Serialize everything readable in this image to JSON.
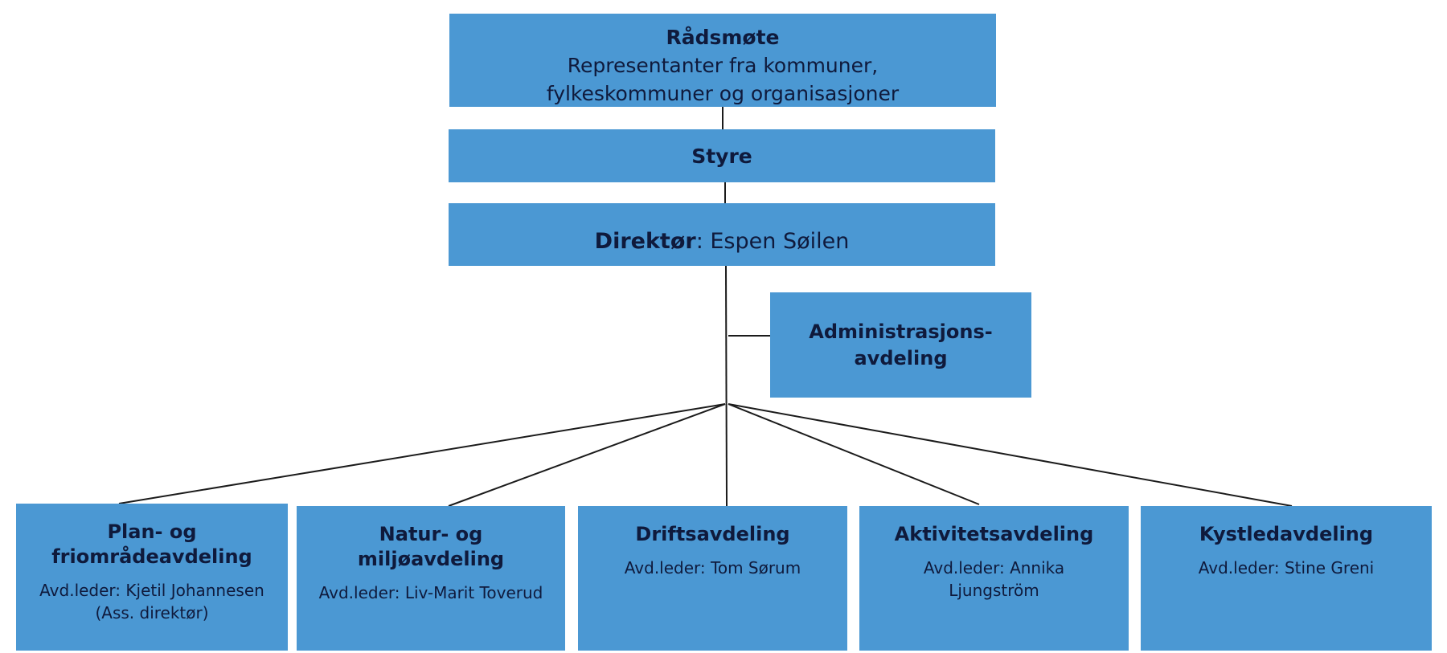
{
  "top": {
    "title": "Rådsmøte",
    "subtitle_line1": "Representanter fra kommuner,",
    "subtitle_line2": "fylkeskommuner og organisasjoner"
  },
  "board": {
    "title": "Styre"
  },
  "director": {
    "label": "Direktør",
    "name": ": Espen Søilen"
  },
  "admin": {
    "line1": "Administrasjons-",
    "line2": "avdeling"
  },
  "departments": [
    {
      "name_line1": "Plan- og",
      "name_line2": "friområdeavdeling",
      "leader_line1": "Avd.leder: Kjetil Johannesen",
      "leader_line2": "(Ass. direktør)"
    },
    {
      "name_line1": "Natur- og",
      "name_line2": "miljøavdeling",
      "leader_line1": "Avd.leder: Liv-Marit Toverud",
      "leader_line2": ""
    },
    {
      "name_line1": "Driftsavdeling",
      "name_line2": "",
      "leader_line1": "Avd.leder: Tom Sørum",
      "leader_line2": ""
    },
    {
      "name_line1": "Aktivitetsavdeling",
      "name_line2": "",
      "leader_line1": "Avd.leder: Annika",
      "leader_line2": "Ljungström"
    },
    {
      "name_line1": "Kystledavdeling",
      "name_line2": "",
      "leader_line1": "Avd.leder: Stine Greni",
      "leader_line2": ""
    }
  ],
  "colors": {
    "box_fill": "#4b98d3",
    "text": "#0f1a3c",
    "connector": "#1b1b1b"
  }
}
